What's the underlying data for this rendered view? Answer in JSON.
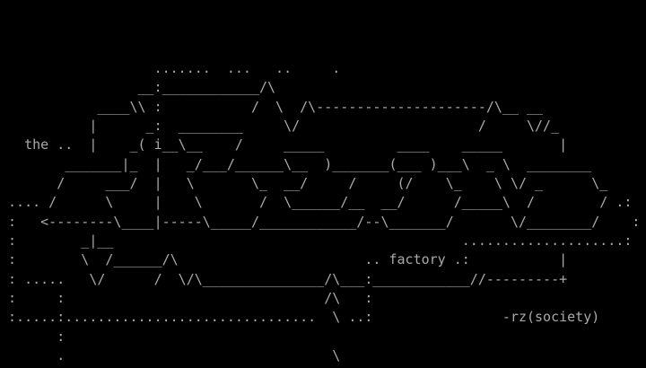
{
  "art": {
    "fg_color": "#aaaaaa",
    "bg_color": "#000000",
    "lines": [
      "                   .......  ...   ..     .",
      "                 __:____________/\\",
      "            ____\\\\ :           /  \\  /\\---------------------/\\__ __",
      "           |      _:  ________     \\/                      /     \\//_",
      "   the ..  |    _( i__\\__    /     _____         ____    _____       |",
      "        _______|_  |   _/___/______\\__  )_______(___ )___\\  _ \\  ________",
      "       /     ___/  |   \\       \\_  __/     /     (/    \\_    \\ \\/ _      \\_",
      " .... /      \\     |    \\       /  \\______/__  __/      /_____\\  /        / .:",
      " :   <--------\\____|-----\\_____/____________/--\\_______/       \\/________/    :",
      " :        _|__                                           ....................:",
      " :        \\  /______/\\                       .. factory .:           |",
      " : .....   \\/      /  \\/\\_______________/\\___:____________//---------+",
      " :     :                                /\\   :",
      " :.....:...............................  \\ ..:                -rz(society)",
      "       :",
      "       .                                 \\"
    ]
  }
}
